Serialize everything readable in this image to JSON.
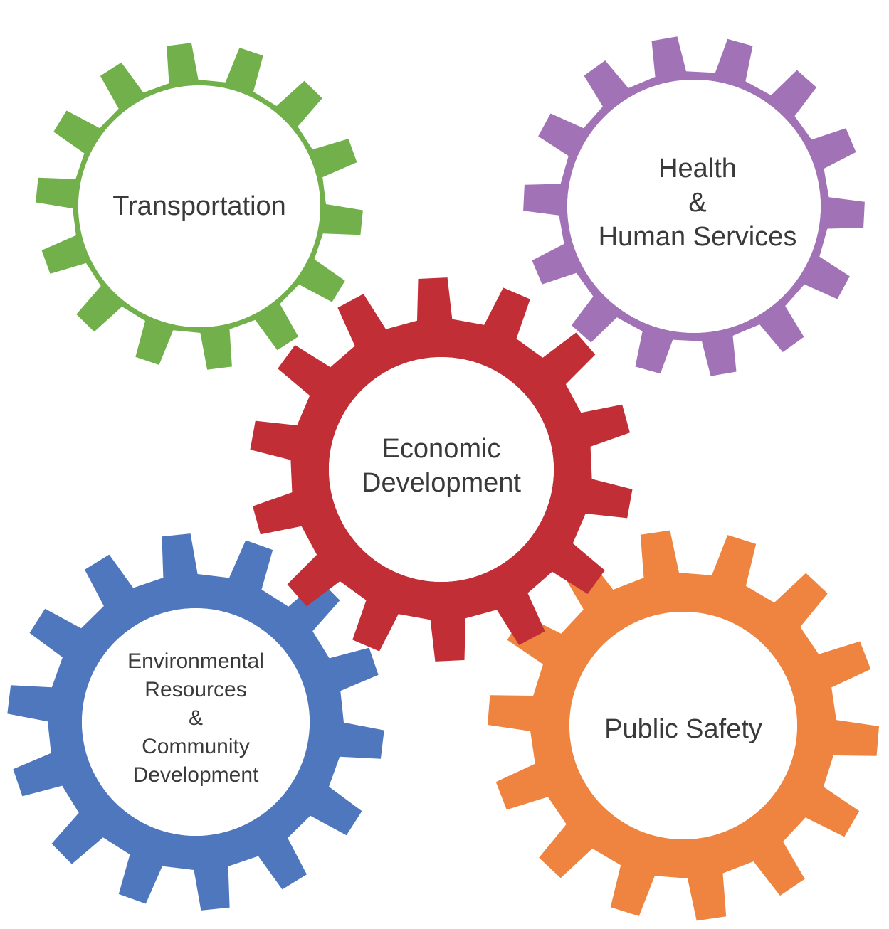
{
  "colors": {
    "background": "#ffffff",
    "text": "#3a3a3a",
    "green": "#71b04b",
    "purple": "#a173b6",
    "red": "#c12e36",
    "blue": "#4e77bd",
    "orange": "#ee843f"
  },
  "gears": [
    {
      "id": "transportation",
      "color_key": "green",
      "label_lines": [
        "Transportation"
      ]
    },
    {
      "id": "health",
      "color_key": "purple",
      "label_lines": [
        "Health",
        "&",
        "Human Services"
      ]
    },
    {
      "id": "economic",
      "color_key": "red",
      "label_lines": [
        "Economic",
        "Development"
      ]
    },
    {
      "id": "environmental",
      "color_key": "blue",
      "label_lines": [
        "Environmental",
        "Resources",
        "&",
        "Community",
        "Development"
      ]
    },
    {
      "id": "safety",
      "color_key": "orange",
      "label_lines": [
        "Public Safety"
      ]
    }
  ]
}
